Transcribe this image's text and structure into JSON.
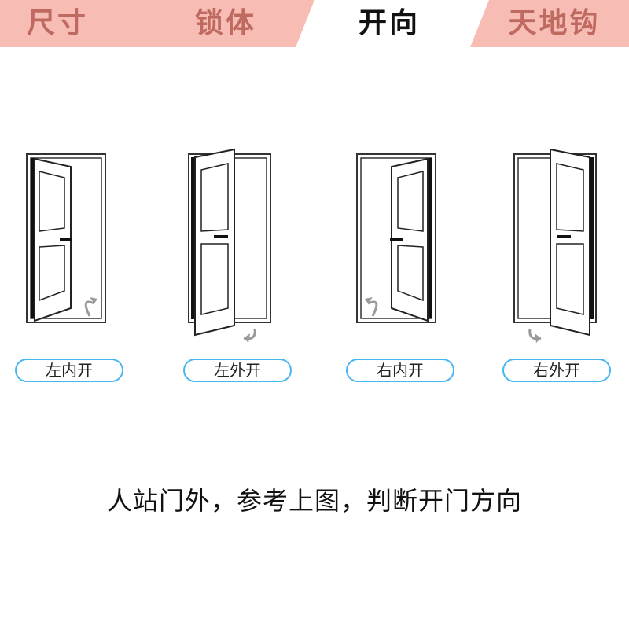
{
  "tabs": [
    {
      "label": "尺寸",
      "active": false
    },
    {
      "label": "锁体",
      "active": false
    },
    {
      "label": "开向",
      "active": true
    },
    {
      "label": "天地钩",
      "active": false
    }
  ],
  "colors": {
    "tab_inactive_bg": "#f7bdb5",
    "tab_inactive_text": "#bf6a60",
    "tab_active_text": "#111111",
    "label_border": "#46b6f0",
    "arrow": "#9a9a9a"
  },
  "door_options": [
    {
      "label": "左内开",
      "icon": "door-left-inward-icon"
    },
    {
      "label": "左外开",
      "icon": "door-left-outward-icon"
    },
    {
      "label": "右内开",
      "icon": "door-right-inward-icon"
    },
    {
      "label": "右外开",
      "icon": "door-right-outward-icon"
    }
  ],
  "instruction": "人站门外，参考上图，判断开门方向"
}
